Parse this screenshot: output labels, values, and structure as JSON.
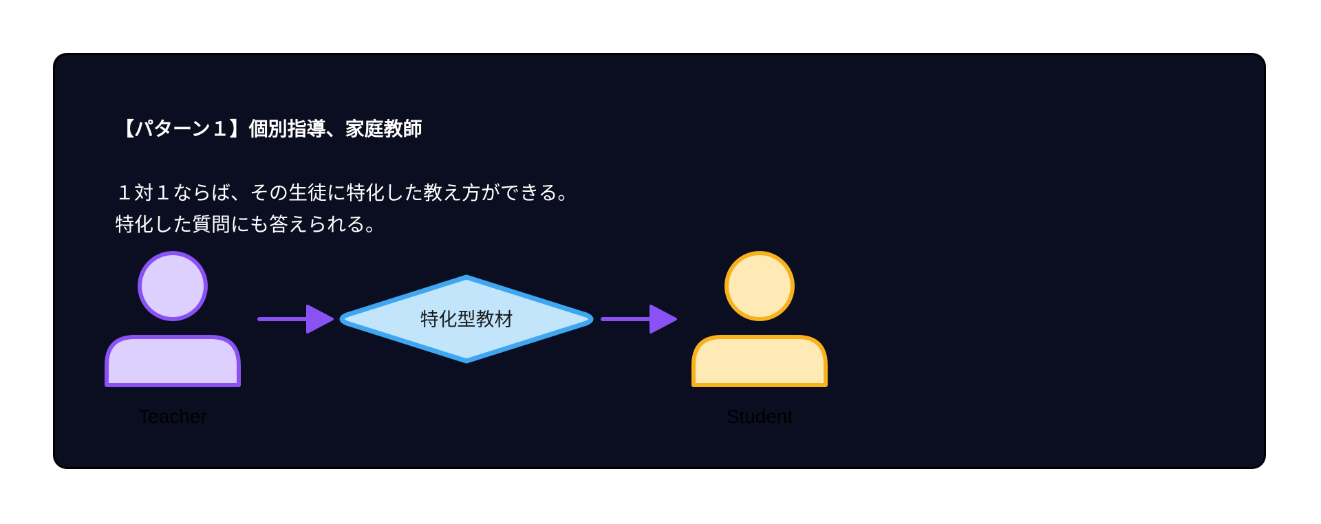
{
  "card": {
    "title": "【パターン１】個別指導、家庭教師",
    "description": [
      "１対１ならば、その生徒に特化した教え方ができる。",
      "特化した質問にも答えられる。"
    ]
  },
  "diagram": {
    "teacher": {
      "label": "Teacher",
      "icon": "person-icon"
    },
    "material": {
      "label": "特化型教材",
      "shape": "diamond"
    },
    "student": {
      "label": "Student",
      "icon": "person-icon"
    },
    "arrows": [
      "teacher-to-material",
      "material-to-student"
    ]
  },
  "colors": {
    "background": "#0b0d20",
    "teacher_fill": "#ddd0ff",
    "teacher_stroke": "#8a52f5",
    "student_fill": "#ffe9b5",
    "student_stroke": "#f8b21b",
    "material_fill": "#c2e5fb",
    "material_stroke": "#3fa7f2",
    "arrow": "#8a52f5",
    "node_label": "#000000"
  }
}
